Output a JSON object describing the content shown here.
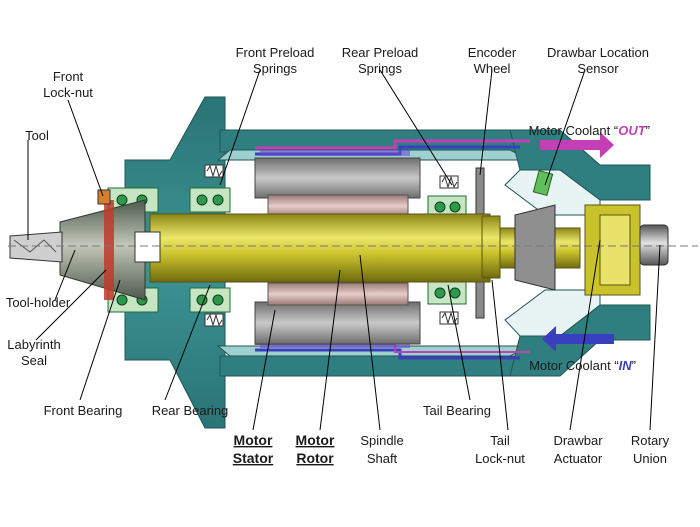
{
  "labels": {
    "front_preload": [
      "Front Preload",
      "Springs"
    ],
    "rear_preload": [
      "Rear Preload",
      "Springs"
    ],
    "encoder": [
      "Encoder",
      "Wheel"
    ],
    "drawbar_sensor": [
      "Drawbar Location",
      "Sensor"
    ],
    "front_locknut": [
      "Front",
      "Lock-nut"
    ],
    "tool": "Tool",
    "tool_holder": "Tool-holder",
    "labyrinth": [
      "Labyrinth",
      "Seal"
    ],
    "front_bearing": "Front Bearing",
    "rear_bearing": "Rear Bearing",
    "motor_stator": [
      "Motor",
      "Stator"
    ],
    "motor_rotor": [
      "Motor",
      "Rotor"
    ],
    "spindle_shaft": [
      "Spindle",
      "Shaft"
    ],
    "tail_bearing": "Tail Bearing",
    "tail_locknut": [
      "Tail",
      "Lock-nut"
    ],
    "drawbar_actuator": [
      "Drawbar",
      "Actuator"
    ],
    "rotary_union": [
      "Rotary",
      "Union"
    ],
    "coolant_out_prefix": "Motor Coolant “",
    "coolant_out_word": "OUT",
    "coolant_out_suffix": "”",
    "coolant_in_prefix": "Motor Coolant “",
    "coolant_in_word": "IN",
    "coolant_in_suffix": "”"
  },
  "colors": {
    "housing": "#2f7f80",
    "housing_light": "#9fd0d0",
    "shaft": "#c7c12a",
    "stator": "#8f8f8f",
    "rotor": "#c9a4a0",
    "bearing": "#2c9a4a",
    "coolant_out": "#c43fb5",
    "coolant_in": "#3a3fc0"
  }
}
